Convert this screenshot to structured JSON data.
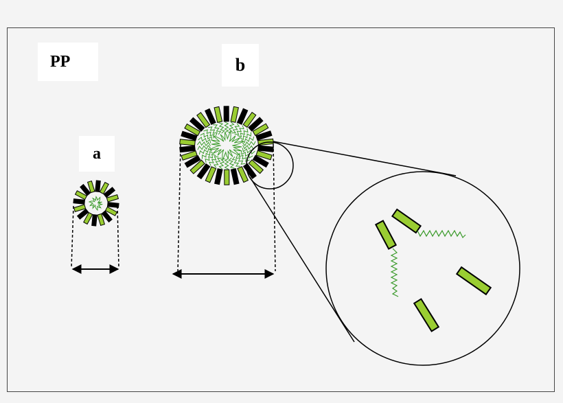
{
  "labels": {
    "title": "PP",
    "small_micelle": "a",
    "large_micelle": "b"
  },
  "colors": {
    "hydrophilic_block": "#9acd32",
    "hydrophobic_chain": "#3a9a2a",
    "outline": "#000000",
    "background": "#f4f4f4"
  }
}
